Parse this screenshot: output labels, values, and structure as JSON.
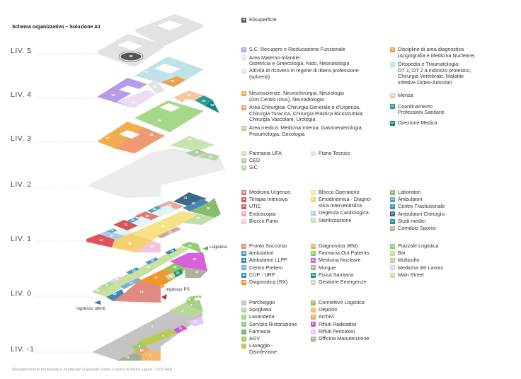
{
  "title": "Schema organizzativo – Soluzione A1",
  "footer": "Riqualificazione funzionale e strutturale Ospedale Santa Corona di Pietra Ligure - DOCFAP",
  "levels": [
    "LIV. 5",
    "LIV. 4",
    "LIV. 3",
    "LIV. 2",
    "LIV. 1",
    "LIV. 0",
    "LIV. -1"
  ],
  "annotations": {
    "logistica": "Logistica",
    "ingresso_ps": "Ingresso PS",
    "ingresso_utenti": "Ingresso utenti"
  },
  "legend": {
    "liv5": [
      [
        {
          "code": "58",
          "label": "Elisuperficie",
          "color": "#555555"
        }
      ]
    ],
    "liv4": [
      [
        {
          "code": "53",
          "label": "S.C. Recupero e Rieducazione Funzionale",
          "color": "#b49ce8"
        },
        {
          "code": "54",
          "label": "Area Materno-Infantile:\nOstetricia e Ginecologia, Nido, Neonatologia",
          "color": "#eedcf5"
        },
        {
          "code": "55",
          "label": "Attività di ricovero in regime di libera professione\n(solventi)",
          "color": "#e2e2e2"
        }
      ],
      [
        {
          "code": "56",
          "label": "Discipline di area diagnostica\n(Angiografia e Medicina Nucleare)",
          "color": "#f0a04a"
        },
        {
          "code": "57",
          "label": "Ortopedia e Traumatologia:\nOT 1, OT 2 a indirizzo protesico,\nChirurgia Vertebrale, Malattie\nInfettive Osteo-Articolari",
          "color": "#bfe2e8"
        }
      ]
    ],
    "liv3": [
      [
        {
          "code": "47",
          "label": "Neuroscienze: Neurochirurgia, Neurologia\n(con Centro Ictus), Neuradiologia",
          "color": "#f2ac50"
        },
        {
          "code": "48",
          "label": "Area Chirurgica: Chirurgia Generale e d'Urgenza,\nChirurgia Toracica, Chirurgia Plastica Ricostruttiva,\nChirurgia Vascolare, Urologia",
          "color": "#f09a74"
        },
        {
          "code": "49",
          "label": "Area medica: Medicina Interna, Gastroenterologia,\nPneumologia, Oncologia",
          "color": "#a6d88a"
        }
      ],
      [
        {
          "code": "50",
          "label": "Mensa",
          "color": "#f6c79a"
        },
        {
          "code": "51",
          "label": "Coordinamento\nProfessioni Sanitarie",
          "color": "#2a9d8f"
        },
        {
          "code": "52",
          "label": "Direzione Medica",
          "color": "#178585"
        }
      ]
    ],
    "liv2": [
      [
        {
          "code": "44",
          "label": "Farmacia UFA",
          "color": "#c9e3b0"
        },
        {
          "code": "45",
          "label": "CED",
          "color": "#a8cfa0"
        },
        {
          "code": "46",
          "label": "SIC",
          "color": "#b4d6a4"
        }
      ],
      [
        {
          "code": "",
          "label": "Piano Tecnico",
          "color": "#e4e4e4"
        }
      ]
    ],
    "liv1": [
      [
        {
          "code": "30",
          "label": "Medicina Urgenza",
          "color": "#e07a72"
        },
        {
          "code": "31",
          "label": "Terapia Intensiva",
          "color": "#d5584f"
        },
        {
          "code": "32",
          "label": "UTIC",
          "color": "#e25058"
        },
        {
          "code": "33",
          "label": "Endoscopia",
          "color": "#e8aca2"
        },
        {
          "code": "34",
          "label": "Blocco Parto",
          "color": "#f4c6dc"
        }
      ],
      [
        {
          "code": "35",
          "label": "Blocco Operatorio",
          "color": "#f7e28a"
        },
        {
          "code": "36",
          "label": "Emodinamica - Diagno-\nstica Interventistica",
          "color": "#f5d070"
        },
        {
          "code": "37",
          "label": "Degenza Cardiologica",
          "color": "#a8cce8"
        },
        {
          "code": "38",
          "label": "Sterilizzazione",
          "color": "#c4dca8"
        }
      ],
      [
        {
          "code": "39",
          "label": "Laboratori",
          "color": "#86bc6a"
        },
        {
          "code": "15",
          "label": "Ambulatori",
          "color": "#5a9ec8"
        },
        {
          "code": "40",
          "label": "Centro Trasfusionale",
          "color": "#4a86b4"
        },
        {
          "code": "41",
          "label": "Ambulatori Chirurgici",
          "color": "#3a6a8a"
        },
        {
          "code": "42",
          "label": "Studi medici",
          "color": "#1a9a8a"
        },
        {
          "code": "43",
          "label": "Corridoio Sporco",
          "color": "#c0ac9c"
        }
      ]
    ],
    "liv0": [
      [
        {
          "code": "14",
          "label": "Pronto Soccorso",
          "color": "#e08a82"
        },
        {
          "code": "15",
          "label": "Ambulatori",
          "color": "#4a9ac8"
        },
        {
          "code": "16",
          "label": "Ambulatori LLPP",
          "color": "#3a86b8"
        },
        {
          "code": "17",
          "label": "Centro Prelievi",
          "color": "#7ab0d8"
        },
        {
          "code": "18",
          "label": "CUP - URP",
          "color": "#3a8ac0"
        },
        {
          "code": "19",
          "label": "Diagnostica (RX)",
          "color": "#f0962a"
        }
      ],
      [
        {
          "code": "19b",
          "label": "Diagnostica (RM)",
          "color": "#f0a850"
        },
        {
          "code": "20",
          "label": "Farmacia Out Patients",
          "color": "#8cc860"
        },
        {
          "code": "21",
          "label": "Medicina Nucleare",
          "color": "#d860d8"
        },
        {
          "code": "22",
          "label": "Morgue",
          "color": "#b0b0a0"
        },
        {
          "code": "23",
          "label": "Fisica Sanitaria",
          "color": "#1a9a8a"
        },
        {
          "code": "24",
          "label": "Gestione Emergenze",
          "color": "#c8dca8"
        }
      ],
      [
        {
          "code": "25",
          "label": "Piazzale Logistica",
          "color": "#90cc70"
        },
        {
          "code": "26",
          "label": "Bar",
          "color": "#c0dca0"
        },
        {
          "code": "27",
          "label": "Multiculto",
          "color": "#b0d890"
        },
        {
          "code": "28",
          "label": "Medicina del Lavoro",
          "color": "#e8c8f4"
        },
        {
          "code": "29",
          "label": "Main Street",
          "color": "#c8e0a0"
        }
      ]
    ],
    "livm1": [
      [
        {
          "code": "1",
          "label": "Parcheggio",
          "color": "#c4c4c4"
        },
        {
          "code": "2",
          "label": "Spogliatoi",
          "color": "#b8d898"
        },
        {
          "code": "3",
          "label": "Lavanderia",
          "color": "#a8d088"
        },
        {
          "code": "4",
          "label": "Servizio Ristorazione",
          "color": "#98c880"
        },
        {
          "code": "5",
          "label": "Farmacia",
          "color": "#78b068"
        },
        {
          "code": "6",
          "label": "AGV",
          "color": "#98cc78"
        },
        {
          "code": "7",
          "label": "Lavaggio -\nDisinfezione",
          "color": "#b8cc50"
        }
      ],
      [
        {
          "code": "8",
          "label": "Connettivo Logistica",
          "color": "#90cc60"
        },
        {
          "code": "9",
          "label": "Depositi",
          "color": "#f4b870"
        },
        {
          "code": "10",
          "label": "Archivi",
          "color": "#e4a868"
        },
        {
          "code": "11",
          "label": "Rifiuti Radioattivi",
          "color": "#d050d0"
        },
        {
          "code": "12",
          "label": "Rifiuti Pericolosi",
          "color": "#e4c4f4"
        },
        {
          "code": "13",
          "label": "Officina Manutenzione",
          "color": "#a0b090"
        }
      ]
    ]
  }
}
